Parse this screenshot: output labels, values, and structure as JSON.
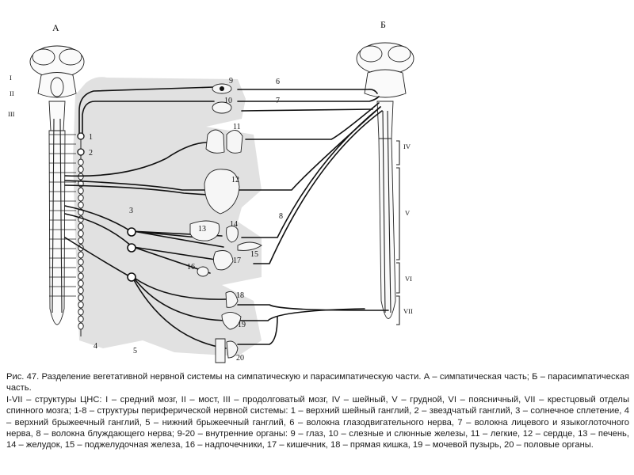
{
  "figure": {
    "side_a": "А",
    "side_b": "Б",
    "cns_labels": [
      "I",
      "II",
      "III",
      "IV",
      "V",
      "VI",
      "VII"
    ],
    "ganglion_labels": [
      "1",
      "2",
      "3",
      "4",
      "5"
    ],
    "organ_labels": [
      "9",
      "10",
      "11",
      "12",
      "13",
      "14",
      "15",
      "16",
      "17",
      "18",
      "19",
      "20"
    ],
    "nerve_labels": [
      "6",
      "7",
      "8"
    ]
  },
  "caption": {
    "line1": "Рис. 47. Разделение вегетативной нервной системы на симпатическую и парасимпатическую части. А – симпатическая часть; Б – парасимпатическая часть.",
    "line2": "I-VII – структуры ЦНС: I – средний мозг, II – мост, III – продолговатый мозг, IV – шейный, V – грудной, VI – поясничный, VII – крестцовый отделы спинного мозга; 1-8 – структуры периферической нервной системы: 1 – верхний шейный ганглий, 2 – звездчатый ганглий, 3 – солнечное сплетение, 4 – верхний брыжеечный ганглий, 5 – нижний брыжеечный ганглий, 6 – волокна глазодвигательного нерва, 7 – волокна лицевого и языкоглоточного нерва, 8 – волокна блуждающего нерва; 9-20 – внутренние органы: 9 – глаз, 10 – слезные и слюнные железы, 11 – легкие, 12 – сердце, 13 – печень, 14 – желудок, 15 – поджелудочная железа, 16 – надпочечники, 17 – кишечник, 18 – прямая кишка, 19 – мочевой пузырь, 20 – половые органы."
  }
}
